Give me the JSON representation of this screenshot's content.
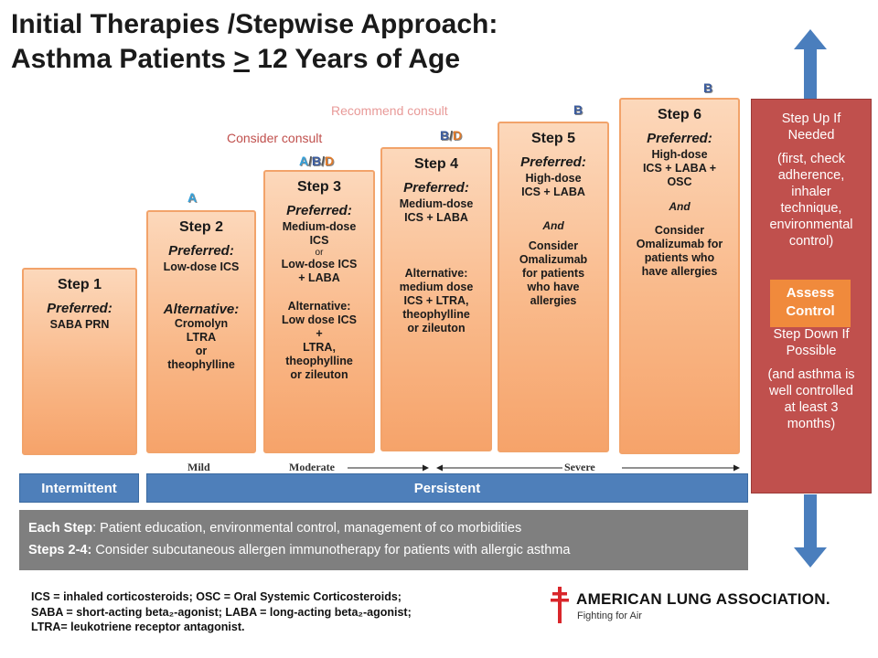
{
  "title": {
    "line1": "Initial Therapies /Stepwise Approach:",
    "line2_pre": "Asthma Patients ",
    "line2_ul": ">",
    "line2_post": " 12 Years of Age"
  },
  "consult": {
    "consider": "Consider consult",
    "recommend": "Recommend consult"
  },
  "categories": {
    "step2": [
      "A"
    ],
    "step3": [
      "A",
      "B",
      "D"
    ],
    "step4": [
      "B",
      "D"
    ],
    "step5": [
      "B"
    ],
    "step6": [
      "B"
    ],
    "sep": "/"
  },
  "steps": {
    "s1": {
      "name": "Step 1",
      "pref": "Preferred:",
      "l1": "SABA PRN"
    },
    "s2": {
      "name": "Step 2",
      "pref": "Preferred:",
      "l1": "Low-dose ICS",
      "alt": "Alternative:",
      "a1": "Cromolyn",
      "a2": "LTRA",
      "a3": "or",
      "a4": "theophylline"
    },
    "s3": {
      "name": "Step 3",
      "pref": "Preferred:",
      "l1": "Medium-dose",
      "l2": "ICS",
      "l3": "or",
      "l4": "Low-dose ICS",
      "l5": "+ LABA",
      "a1": "Alternative:",
      "a2": "Low dose ICS",
      "a3": "+",
      "a4": "LTRA,",
      "a5": "theophylline",
      "a6": "or zileuton"
    },
    "s4": {
      "name": "Step 4",
      "pref": "Preferred:",
      "l1": "Medium-dose",
      "l2": "ICS + LABA",
      "a1": "Alternative:",
      "a2": "medium dose",
      "a3": "ICS + LTRA,",
      "a4": "theophylline",
      "a5": "or zileuton"
    },
    "s5": {
      "name": "Step 5",
      "pref": "Preferred:",
      "l1": "High-dose",
      "l2": "ICS + LABA",
      "and": "And",
      "c1": "Consider",
      "c2": "Omalizumab",
      "c3": "for patients",
      "c4": "who have",
      "c5": "allergies"
    },
    "s6": {
      "name": "Step 6",
      "pref": "Preferred:",
      "l1": "High-dose",
      "l2": "ICS +  LABA +",
      "l3": "OSC",
      "and": "And",
      "c1": "Consider",
      "c2": "Omalizumab for",
      "c3": "patients who",
      "c4": "have allergies"
    }
  },
  "severity": {
    "mild": "Mild",
    "moderate": "Moderate",
    "severe": "Severe"
  },
  "bars": {
    "intermittent": "Intermittent",
    "persistent": "Persistent"
  },
  "sidebar": {
    "up1": "Step Up If",
    "up2": "Needed",
    "up3": "(first, check",
    "up4": "adherence,",
    "up5": "inhaler",
    "up6": "technique,",
    "up7": "environmental",
    "up8": "control)",
    "assess1": "Assess",
    "assess2": "Control",
    "down1": "Step Down If",
    "down2": "Possible",
    "down3": "(and asthma is",
    "down4": "well controlled",
    "down5": "at least 3",
    "down6": "months)"
  },
  "each_step": {
    "label1": "Each Step",
    "text1": ":  Patient education, environmental control, management of co morbidities",
    "label2": "Steps 2-4:",
    "text2": "   Consider subcutaneous allergen immunotherapy for patients with allergic asthma"
  },
  "footnote": {
    "l1": "ICS = inhaled corticosteroids; OSC = Oral Systemic Corticosteroids;",
    "l2": "SABA = short-acting beta₂-agonist; LABA = long-acting beta₂-agonist;",
    "l3": "LTRA= leukotriene receptor antagonist."
  },
  "logo": {
    "main": "AMERICAN LUNG ASSOCIATION.",
    "sub": "Fighting for Air"
  },
  "colors": {
    "step_fill": "#f9b98a",
    "sidebar": "#c0504d",
    "assess": "#f08a3c",
    "bar": "#4e7fba",
    "arrow": "#4a7ebd",
    "consult_red": "#c0504d",
    "recommend_pink": "#e89a98",
    "cat_a": "#35a0d9",
    "cat_b": "#3b5c9e",
    "cat_d": "#e07a2a"
  }
}
